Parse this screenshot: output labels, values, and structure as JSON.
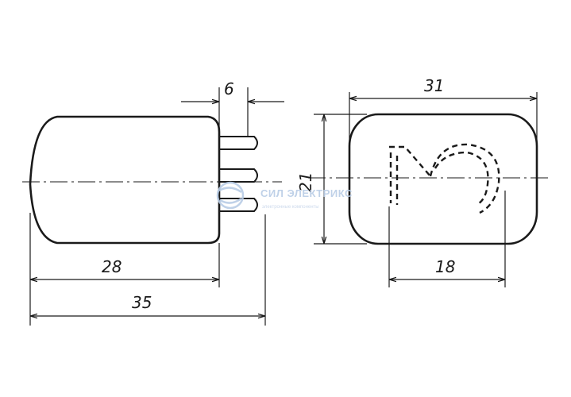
{
  "dimensions": {
    "pin_spacing": "6",
    "width_front": "31",
    "height_front": "21",
    "body_length": "28",
    "total_length": "35",
    "marking_width": "18"
  },
  "watermark": {
    "brand": "СИЛ ЭЛЕКТРИКС",
    "tagline": "электронные компоненты"
  },
  "colors": {
    "ink": "#1a1a1a",
    "watermark": "#b9cde6"
  }
}
